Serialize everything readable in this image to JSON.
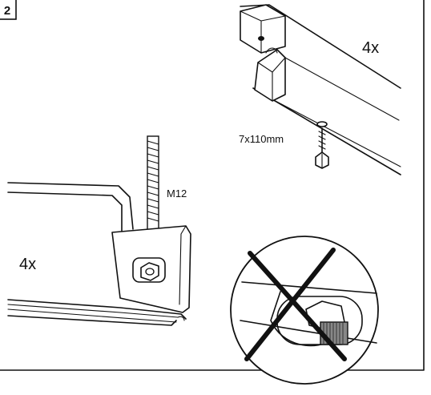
{
  "step": {
    "number": "2"
  },
  "top_right": {
    "quantity": "4x",
    "screw_size": "7x110mm"
  },
  "left": {
    "quantity": "4x",
    "bolt_size": "M12"
  },
  "colors": {
    "ink": "#111111",
    "background": "#ffffff",
    "gray_fill": "#888888"
  },
  "icons": {
    "prohibited": "cross-icon"
  }
}
